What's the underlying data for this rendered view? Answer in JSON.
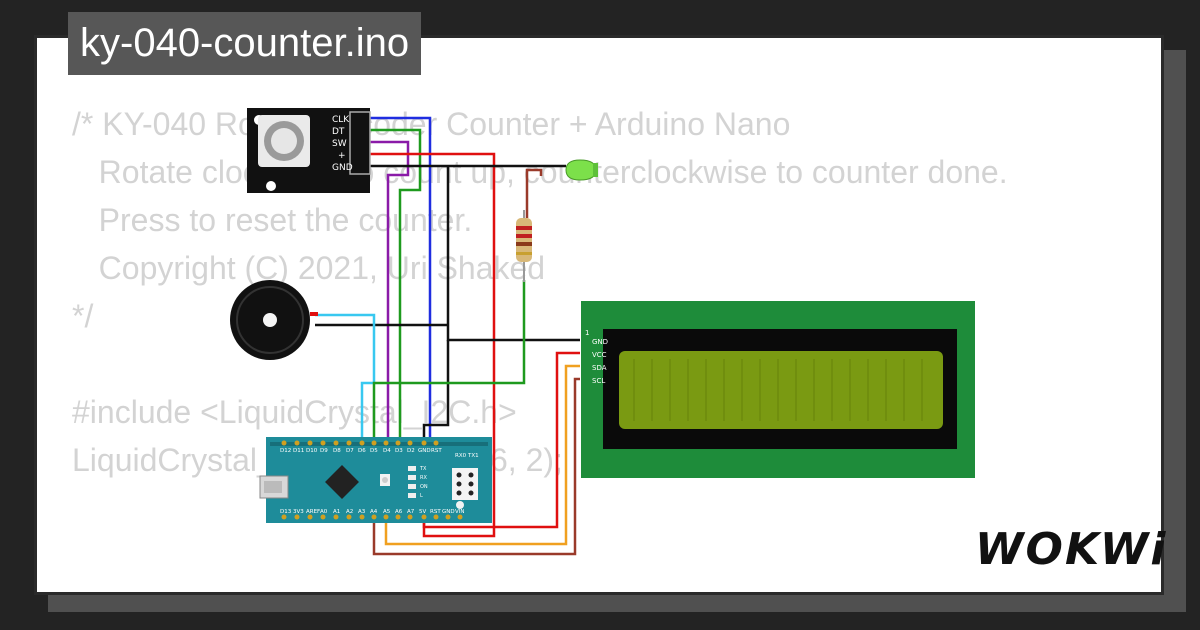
{
  "title": "ky-040-counter.ino",
  "code_lines": [
    "/* KY-040 Rotary Encoder Counter + Arduino Nano",
    "   Rotate clockwise to count up, counterclockwise to counter done.",
    "   Press to reset the counter.",
    "   Copyright (C) 2021, Uri Shaked",
    "*/",
    "",
    "#include <LiquidCrystal_I2C.h>",
    "LiquidCrystal_I2C lcd(0x27, 16, 2);"
  ],
  "encoder_pins": [
    "CLK",
    "DT",
    "SW",
    "+",
    "GND"
  ],
  "lcd_pins": [
    "GND",
    "VCC",
    "SDA",
    "SCL"
  ],
  "lcd_pin1": "1",
  "nano": {
    "top_pins": [
      "D12",
      "D11",
      "D10",
      "D9",
      "D8",
      "D7",
      "D6",
      "D5",
      "D4",
      "D3",
      "D2",
      "GND",
      "RST",
      "RX0",
      "TX1"
    ],
    "bottom_pins": [
      "D13",
      "3V3",
      "AREF",
      "A0",
      "A1",
      "A2",
      "A3",
      "A4",
      "A5",
      "A6",
      "A7",
      "5V",
      "RST",
      "GND",
      "VIN"
    ],
    "leds": [
      "TX",
      "RX",
      "ON",
      "L"
    ]
  },
  "brand": "WOKWi",
  "colors": {
    "background": "#232323",
    "lcd_board": "#1e8c3a",
    "lcd_screen": "#7a9a12",
    "nano_board": "#1e8c9a",
    "wire_blue": "#1f2de0",
    "wire_green": "#1e9a1e",
    "wire_purple": "#8a1aa8",
    "wire_red": "#e01010",
    "wire_black": "#111111",
    "wire_cyan": "#38c8f0",
    "wire_orange": "#f0a020",
    "wire_brown": "#9a3a2a"
  }
}
